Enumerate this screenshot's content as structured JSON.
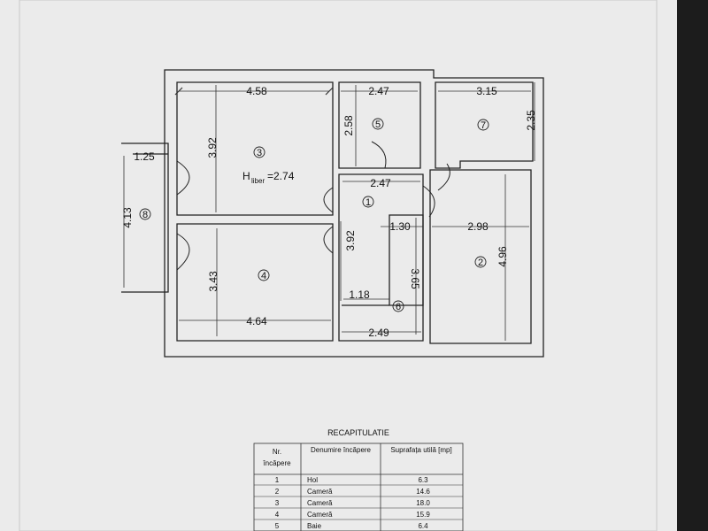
{
  "plan": {
    "dims": {
      "d1": "4.58",
      "d2": "2.47",
      "d3": "3.15",
      "d4": "2.35",
      "d5": "3.92",
      "d6": "2.58",
      "d7": "1.25",
      "d8": "4.13",
      "d9": "2.47",
      "d10": "1.30",
      "d11": "2.98",
      "d12": "4.96",
      "d13": "3.92",
      "d14": "3.43",
      "d15": "3.65",
      "d16": "1.18",
      "d17": "4.64",
      "d18": "2.49"
    },
    "rooms": {
      "r1": "1",
      "r2": "2",
      "r3": "3",
      "r4": "4",
      "r5": "5",
      "r6": "6",
      "r7": "7",
      "r8": "8"
    },
    "height_label": {
      "h": "H",
      "sub": "liber",
      "value": "=2.74"
    }
  },
  "summary": {
    "title": "RECAPITULATIE",
    "headers": {
      "nr_line1": "Nr.",
      "nr_line2": "încăpere",
      "name": "Denumire încăpere",
      "area": "Suprafața utilă [mp]"
    },
    "rows": [
      {
        "nr": "1",
        "name": "Hol",
        "area": "6.3"
      },
      {
        "nr": "2",
        "name": "Cameră",
        "area": "14.6"
      },
      {
        "nr": "3",
        "name": "Cameră",
        "area": "18.0"
      },
      {
        "nr": "4",
        "name": "Cameră",
        "area": "15.9"
      },
      {
        "nr": "5",
        "name": "Baie",
        "area": "6.4"
      }
    ]
  }
}
